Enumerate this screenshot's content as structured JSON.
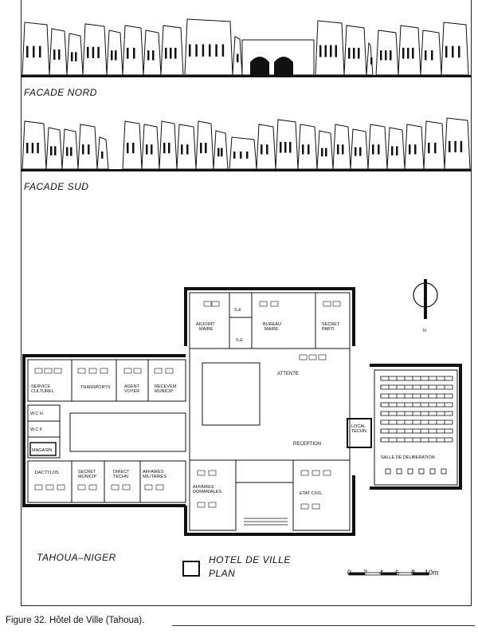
{
  "elevations": {
    "north_label": "FACADE NORD",
    "south_label": "FACADE SUD"
  },
  "plan": {
    "rooms": {
      "adjoint_maire": [
        "ADJOINT",
        "MAIRE"
      ],
      "se_top": "S.E",
      "bureau_maire": [
        "BUREAU",
        "MAIRE"
      ],
      "secret_parti": [
        "SECRET",
        "PARTI"
      ],
      "se_bottom": "S.E",
      "service_culturel": [
        "SERVICE",
        "CULTUREL"
      ],
      "transports": "TRANSPORTS",
      "agent_voyer": [
        "AGENT",
        "VOYER"
      ],
      "recevem_municip": [
        "RECEVEM",
        "MUNICIP"
      ],
      "wc_h": "W.C  H",
      "wc_f": "W.C  F",
      "magasin": "MAGASIN",
      "dactylos": "DACTYLOS",
      "secret_municip": [
        "SECRET",
        "MUNICIP"
      ],
      "direct_techn": [
        "DIRECT",
        "TECHN"
      ],
      "affaires_militaires": [
        "AFFAIRES",
        "MILITAIRES"
      ],
      "affaires_domaniales": [
        "AFFAIRES",
        "DOMANIALES"
      ],
      "etat_civil": "ETAT CIVIL",
      "attente": "ATTENTE",
      "reception": "RECEPTION",
      "local_techn": [
        "LOCAL",
        "TECHN"
      ],
      "salle_deliberation": "SALLE DE DELIBERATION"
    },
    "north_arrow": "N"
  },
  "place": "TAHOUA–NIGER",
  "legend": {
    "line1": "HOTEL DE VILLE",
    "line2": "PLAN"
  },
  "scale": {
    "ticks": [
      "0",
      "2",
      "4",
      "6",
      "8",
      "10m"
    ]
  },
  "caption": "Figure 32. Hôtel de Ville (Tahoua)."
}
